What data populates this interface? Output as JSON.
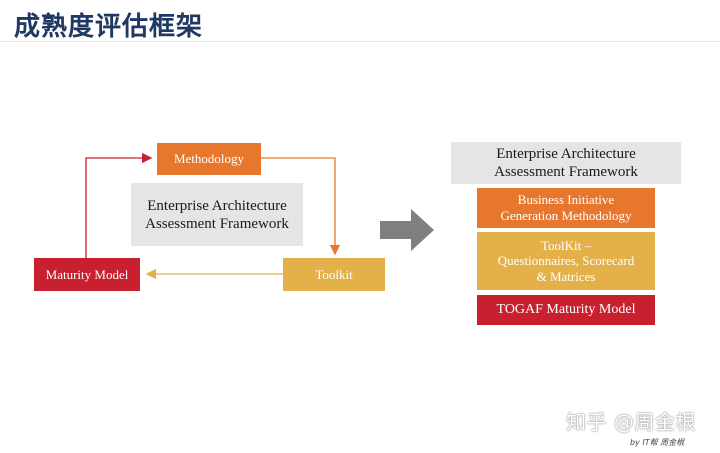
{
  "header": {
    "title": "成熟度评估框架"
  },
  "cycle": {
    "methodology": "Methodology",
    "toolkit": "Toolkit",
    "maturity_model": "Maturity Model",
    "center_line1": "Enterprise Architecture",
    "center_line2": "Assessment Framework"
  },
  "stack": {
    "title_line1": "Enterprise Architecture",
    "title_line2": "Assessment Framework",
    "business_line1": "Business Initiative",
    "business_line2": "Generation Methodology",
    "toolkit_line1": "ToolKit –",
    "toolkit_line2": "Questionnaires, Scorecard",
    "toolkit_line3": "& Matrices",
    "togaf": "TOGAF Maturity Model"
  },
  "colors": {
    "orange": "#e8772e",
    "yellow": "#e3b04a",
    "red": "#c8202e",
    "gray": "#e5e5e5",
    "arrow": "#7f7f7f",
    "title": "#1f3864"
  },
  "watermark": "知乎 @周金根",
  "credit": "by IT帮 周金根"
}
